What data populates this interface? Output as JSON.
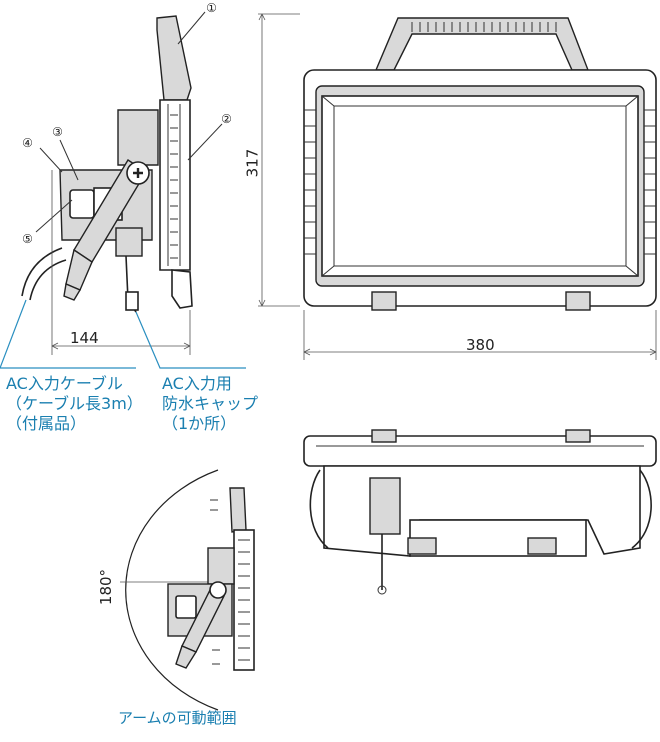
{
  "markers": [
    "①",
    "②",
    "③",
    "④",
    "⑤"
  ],
  "dimensions": {
    "side_depth": "144",
    "front_width": "380",
    "front_height": "317",
    "arm_angle": "180°"
  },
  "callouts": {
    "ac_cable": [
      "AC入力ケーブル",
      "（ケーブル長3m）",
      "（付属品）"
    ],
    "waterproof_cap": [
      "AC入力用",
      "防水キャップ",
      "（1か所）"
    ],
    "arm_range": "アームの可動範囲"
  },
  "colors": {
    "line": "#222222",
    "callout_text": "#1a7fb0",
    "callout_line": "#2a8fc0",
    "body_gray": "#d9d9d9"
  }
}
